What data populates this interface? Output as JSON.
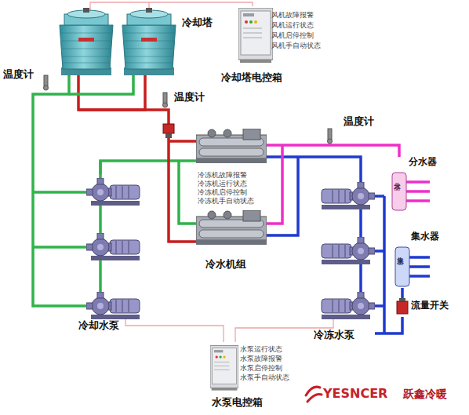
{
  "diagram": {
    "nodes": [
      {
        "text": [
          "冷却塔"
        ]
      },
      {
        "text": [
          "风机故障报警",
          "风机运行状态",
          "风机启停控制",
          "风机手自动状态",
          "冷却塔电控箱"
        ]
      },
      {
        "text": [
          "冷冻机故障报警",
          "冷冻机运行状态",
          "冷冻机启停控制",
          "冷冻机手自动状态",
          "冷水机组"
        ]
      },
      {
        "text": [
          "冷却水泵"
        ]
      },
      {
        "text": [
          "冷冻水泵"
        ]
      },
      {
        "text": [
          "水泵运行状态",
          "水泵故障报警",
          "水泵启停控制",
          "水泵手自动状态",
          "水泵电控箱"
        ]
      },
      {
        "text": [
          "分水器",
          "分水器"
        ]
      },
      {
        "text": [
          "集水器",
          "集水器"
        ]
      },
      {
        "text": [
          "流量开关"
        ]
      }
    ],
    "edges": [
      {
        "from": 0,
        "to": 3,
        "arrow": "none"
      },
      {
        "from": 3,
        "to": 2,
        "arrow": "none"
      },
      {
        "from": 2,
        "to": 0,
        "arrow": "none"
      },
      {
        "from": 2,
        "to": 6,
        "arrow": "none"
      },
      {
        "from": 7,
        "to": 8,
        "arrow": "none"
      },
      {
        "from": 8,
        "to": 4,
        "arrow": "none"
      },
      {
        "from": 4,
        "to": 2,
        "arrow": "none"
      },
      {
        "from": 1,
        "to": 0,
        "arrow": "none"
      },
      {
        "from": 5,
        "to": 3,
        "arrow": "none"
      },
      {
        "from": 5,
        "to": 4,
        "arrow": "none"
      }
    ],
    "labels": [
      "温度计",
      "温度计",
      "温度计",
      "YESNCER",
      "跃鑫冷暖"
    ]
  }
}
